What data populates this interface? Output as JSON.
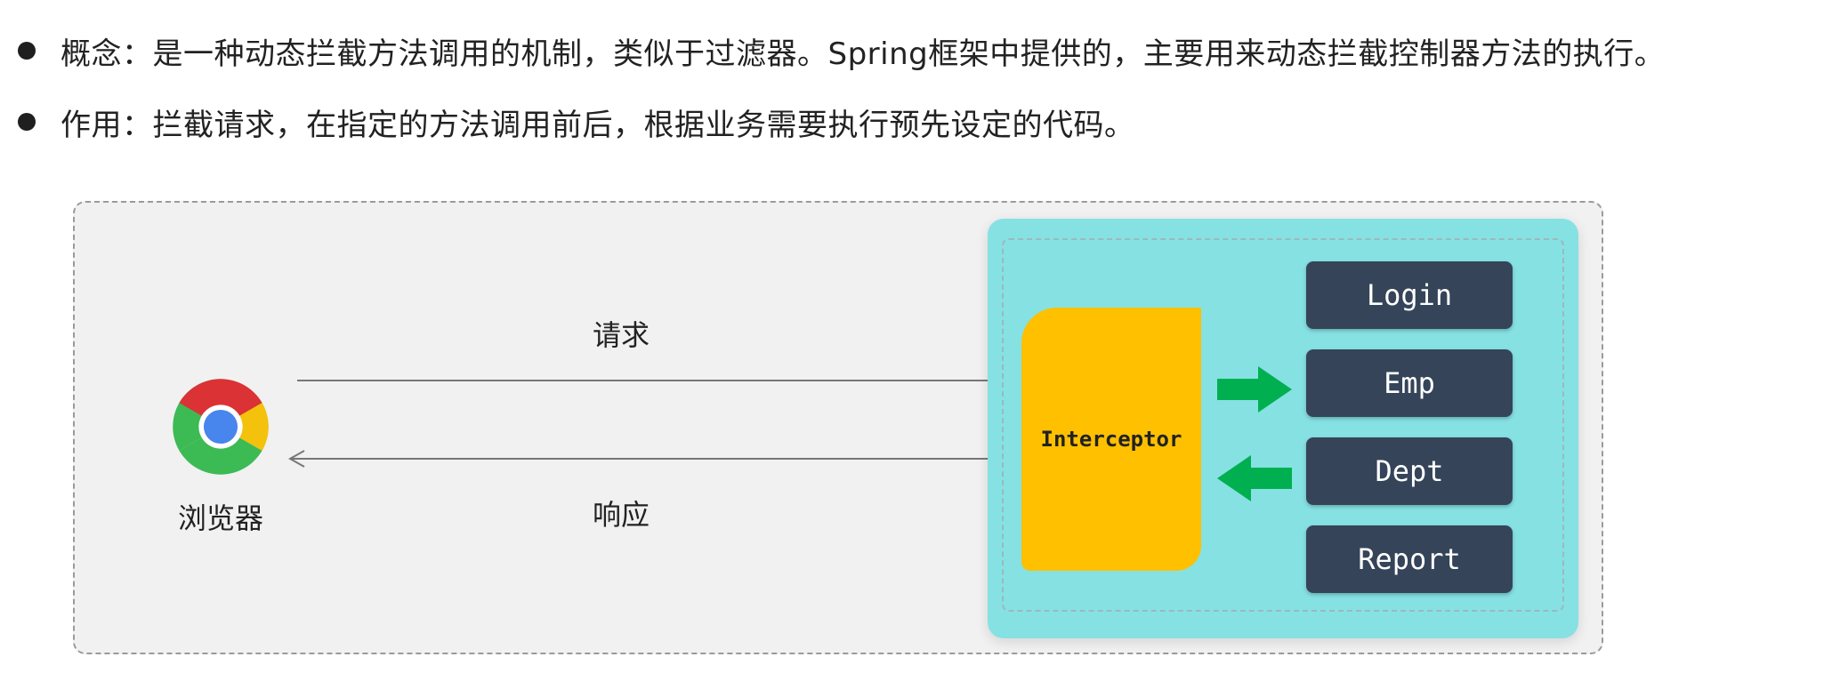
{
  "bullets": [
    {
      "text": "概念：是一种动态拦截方法调用的机制，类似于过滤器。Spring框架中提供的，主要用来动态拦截控制器方法的执行。"
    },
    {
      "text": "作用：拦截请求，在指定的方法调用前后，根据业务需要执行预先设定的代码。"
    }
  ],
  "diagram": {
    "browser": {
      "label": "浏览器",
      "icon": "chrome-icon"
    },
    "request_label": "请求",
    "response_label": "响应",
    "interceptor_label": "Interceptor",
    "controllers": [
      "Login",
      "Emp",
      "Dept",
      "Report"
    ]
  },
  "colors": {
    "server_bg": "#86e1e3",
    "interceptor": "#ffc000",
    "controller": "#354458",
    "arrow_green": "#00b050",
    "frame_bg": "#f1f1f1"
  }
}
